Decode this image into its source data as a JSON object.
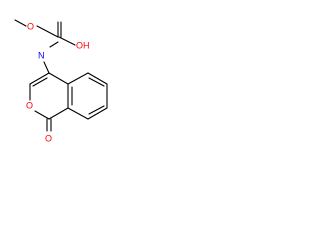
{
  "diagram": {
    "kind": "chemical-structure",
    "atoms": {
      "o_ester": "O",
      "n_amine": "N",
      "oh": "OH",
      "o_ring": "O",
      "o_carbonyl": "O"
    },
    "colors": {
      "bond": "#000000",
      "oxygen": "#ff0000",
      "nitrogen": "#0000ff"
    }
  }
}
